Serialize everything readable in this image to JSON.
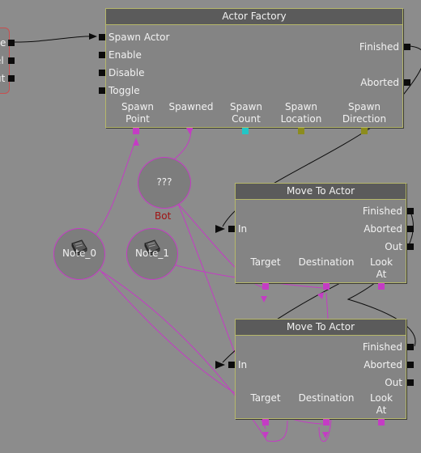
{
  "left_stub": {
    "labels": [
      "e",
      "el",
      "ut"
    ]
  },
  "actor_factory": {
    "title": "Actor Factory",
    "inputs": [
      "Spawn Actor",
      "Enable",
      "Disable",
      "Toggle"
    ],
    "outputs": [
      "Finished",
      "Aborted"
    ],
    "variables": [
      "Spawn Point",
      "Spawned",
      "Spawn Count",
      "Spawn Location",
      "Spawn Direction"
    ]
  },
  "move_to_actor_1": {
    "title": "Move To Actor",
    "inputs": [
      "In"
    ],
    "outputs": [
      "Finished",
      "Aborted",
      "Out"
    ],
    "variables": [
      "Target",
      "Destination",
      "Look At"
    ]
  },
  "move_to_actor_2": {
    "title": "Move To Actor",
    "inputs": [
      "In"
    ],
    "outputs": [
      "Finished",
      "Aborted",
      "Out"
    ],
    "variables": [
      "Target",
      "Destination",
      "Look At"
    ]
  },
  "bot_variable": {
    "text": "???",
    "label": "Bot"
  },
  "note_0": {
    "text": "Note_0"
  },
  "note_1": {
    "text": "Note_1"
  },
  "colors": {
    "object_link": "#c43cc4",
    "int_link": "#22c6c6",
    "vector_link": "#8c8c1e",
    "exec_pin": "#0c0c0c",
    "node_border": "#b5b76a",
    "bot_label": "#a01414"
  }
}
